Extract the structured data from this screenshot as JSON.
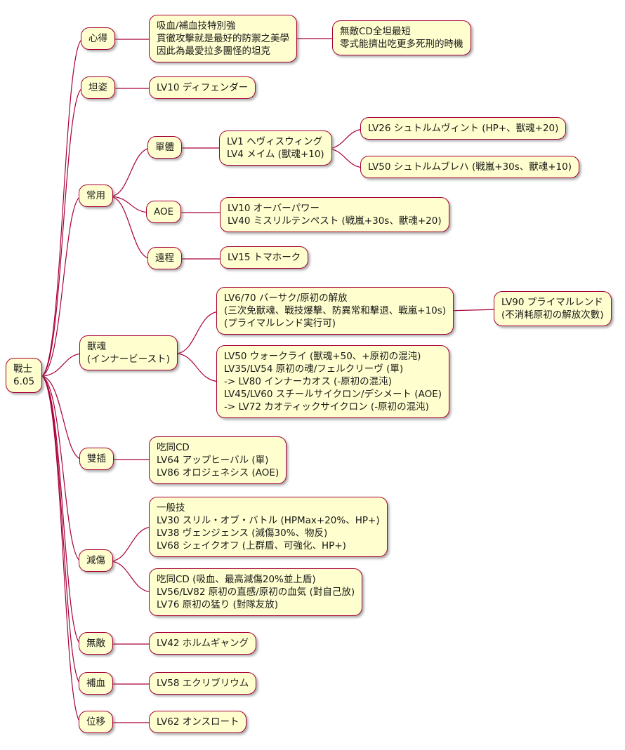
{
  "colors": {
    "node_fill": "#FEFECE",
    "node_border": "#A80036",
    "connector_line": "#A80036",
    "text": "#1a1a1a",
    "background": "#ffffff"
  },
  "nodes": {
    "root": "戰士\n6.05",
    "tips_label": "心得",
    "tips_text": "吸血/補血技特別強\n貫徹攻擊就是最好的防禦之美學\n因此為最愛拉多團怪的坦克",
    "tips_note": "無敵CD全坦最短\n零式能擠出吃更多死刑的時機",
    "stance_label": "坦姿",
    "stance_skill": "LV10 ディフェンダー",
    "common_label": "常用",
    "single_label": "單體",
    "single_combo": "LV1 ヘヴィスウィング\nLV4 メイム (獸魂+10)",
    "single_lv26": "LV26 シュトルムヴィント (HP+、獸魂+20)",
    "single_lv50": "LV50 シュトルムブレハ (戦嵐+30s、獸魂+10)",
    "aoe_label": "AOE",
    "aoe_combo": "LV10 オーバーパワー\nLV40 ミスリルテンペスト (戦嵐+30s、獸魂+20)",
    "ranged_label": "遠程",
    "ranged_skill": "LV15 トマホーク",
    "beast_label": "獸魂\n(インナービースト)",
    "beast_berserk": "LV6/70 バーサク/原初の解放\n(三次免獸魂、戰技爆擊、防異常和擊退、戦嵐+10s)\n(プライマルレンド実行可)",
    "beast_spenders": "LV50 ウォークライ (獸魂+50、+原初の混沌)\nLV35/LV54 原初の魂/フェルクリーヴ (單)\n-> LV80 インナーカオス (-原初の混沌)\nLV45/LV60 スチールサイクロン/デシメート (AOE)\n-> LV72 カオティックサイクロン (-原初の混沌)",
    "beast_primal_rend": "LV90 プライマルレンド\n(不消耗原初の解放次數)",
    "weave_label": "雙插",
    "weave_skills": "吃同CD\nLV64 アップヒーバル (單)\nLV86 オロジェネシス (AOE)",
    "mitigation_label": "減傷",
    "mitigation_general": "一般技\nLV30 スリル・オブ・バトル (HPMax+20%、HP+)\nLV38 ヴェンジェンス (減傷30%、物反)\nLV68 シェイクオフ (上群盾、可強化、HP+)",
    "mitigation_shared": "吃同CD (吸血、最高減傷20%並上盾)\nLV56/LV82 原初の直感/原初の血気 (對自己放)\nLV76 原初の猛り (對隊友放)",
    "invuln_label": "無敵",
    "invuln_skill": "LV42 ホルムギャング",
    "heal_label": "補血",
    "heal_skill": "LV58 エクリブリウム",
    "movement_label": "位移",
    "movement_skill": "LV62 オンスロート"
  }
}
